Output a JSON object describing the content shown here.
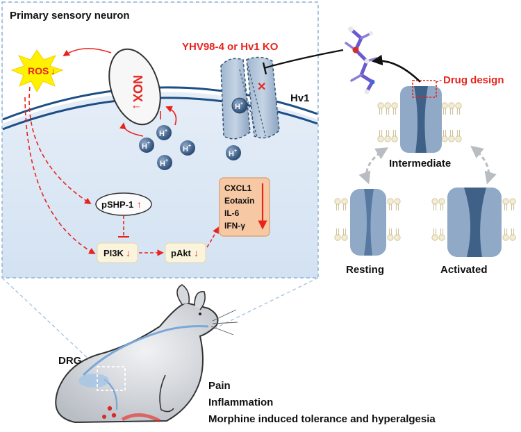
{
  "panel_title": "Primary sensory neuron",
  "inhibitor_label": "YHV98-4 or Hv1 KO",
  "channel_label": "Hv1",
  "drug_design_label": "Drug design",
  "ros": {
    "text": "ROS",
    "arrow": "↓"
  },
  "nox": {
    "text": "NOX",
    "arrow": "↓"
  },
  "proton": {
    "base": "H",
    "sup": "+"
  },
  "pshp1": {
    "text": "pSHP-1",
    "arrow": "↑"
  },
  "pi3k": {
    "text": "PI3K",
    "arrow": "↓"
  },
  "pakt": {
    "text": "pAkt",
    "arrow": "↓"
  },
  "cytokines": [
    "CXCL1",
    "Eotaxin",
    "IL-6",
    "IFN-γ"
  ],
  "states": {
    "intermediate": "Intermediate",
    "resting": "Resting",
    "activated": "Activated"
  },
  "drg_label": "DRG",
  "outcomes": [
    "Pain",
    "Inflammation",
    "Morphine induced tolerance and hyperalgesia"
  ],
  "colors": {
    "red": "#e8231c",
    "panel_bg": "#dfe9f6",
    "membrane": "#1d4f86",
    "proton_ball": "#3a5e8c",
    "channel": "#8fa9c6",
    "channel_dark": "#2f4f74",
    "ros_star": "#fff200",
    "cytokine_box": "#f6c8a3",
    "rat_body": "#cfd3d8"
  }
}
